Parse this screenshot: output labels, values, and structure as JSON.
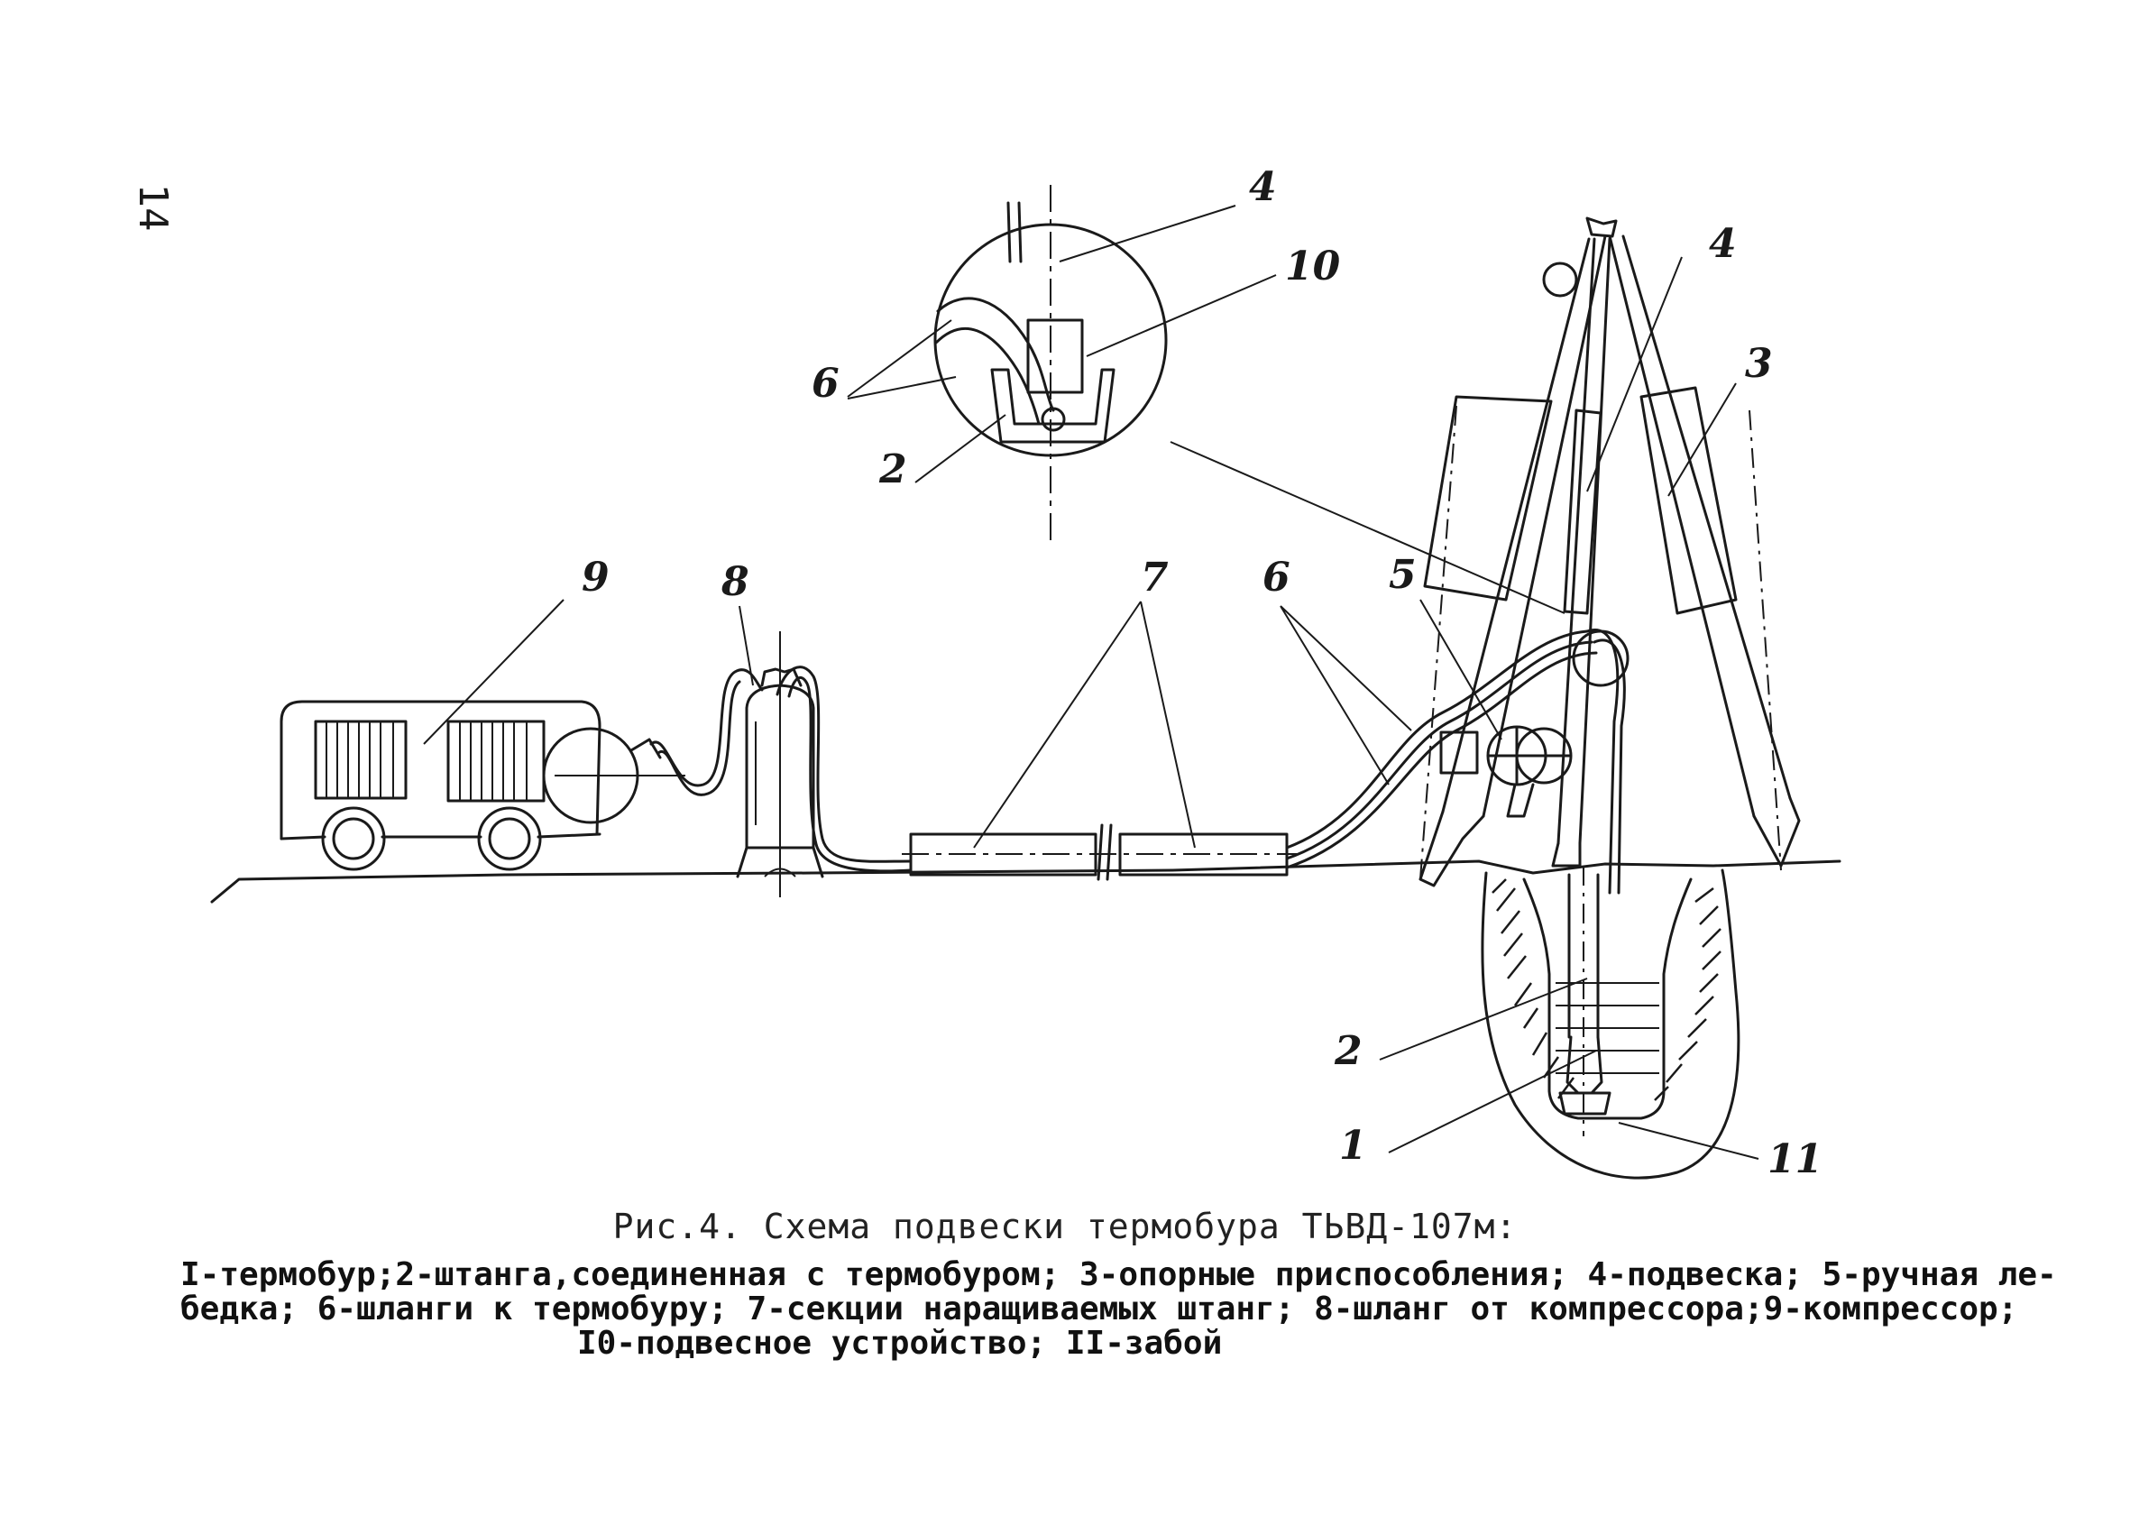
{
  "page_number": "14",
  "figure": {
    "callouts": [
      "1",
      "2",
      "2",
      "3",
      "4",
      "4",
      "5",
      "6",
      "6",
      "7",
      "8",
      "9",
      "10",
      "11"
    ]
  },
  "caption": {
    "title": "Рис.4. Схема подвески термобура ТЬВД-107м:",
    "legend_lines": [
      "I-термобур;2-штанга,соединенная с термобуром; 3-опорные приспособления; 4-подвеска; 5-ручная ле-",
      "бедка; 6-шланги к термобуру; 7-секции наращиваемых штанг; 8-шланг от компрессора;9-компрессор;",
      "I0-подвесное устройство; II-забой"
    ]
  }
}
